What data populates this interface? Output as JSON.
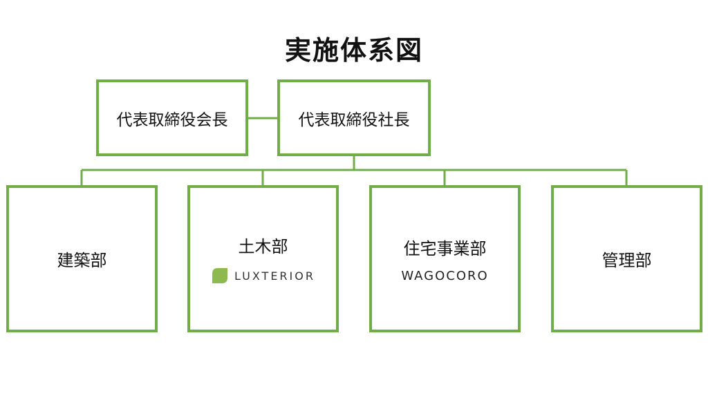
{
  "title": "実施体系図",
  "colors": {
    "border": "#70ad47",
    "logo_leaf": "#8db94f",
    "logo_o": "#f2b600"
  },
  "top_row": [
    {
      "label": "代表取締役会長"
    },
    {
      "label": "代表取締役社長"
    }
  ],
  "departments": [
    {
      "label": "建築部"
    },
    {
      "label": "土木部",
      "logo_text": "LUXTERIOR"
    },
    {
      "label": "住宅事業部",
      "logo_text": "WAGOCORO"
    },
    {
      "label": "管理部"
    }
  ]
}
